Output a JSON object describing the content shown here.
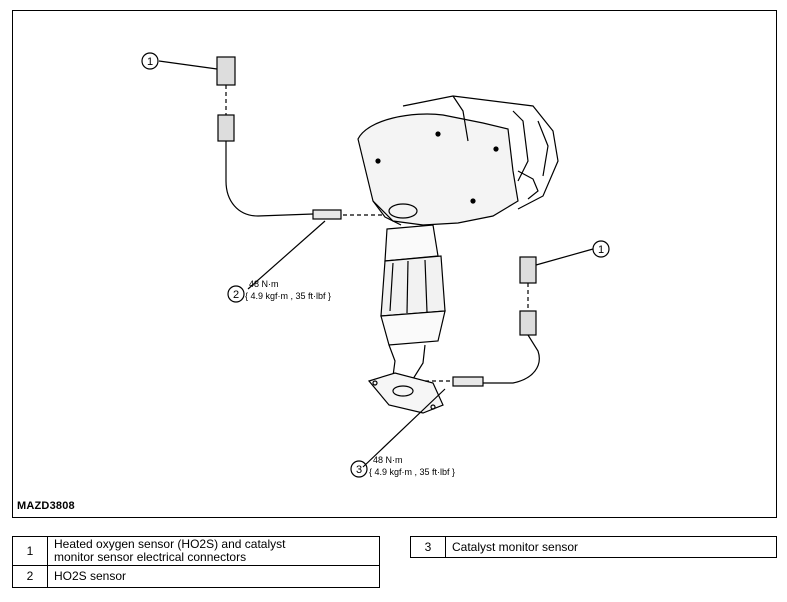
{
  "figure": {
    "id": "MAZD3808",
    "callouts": {
      "c1a": "1",
      "c1b": "1",
      "c2": "2",
      "c3": "3"
    },
    "torque_2": {
      "line1": "48 N·m",
      "line2": "{ 4.9 kgf·m , 35 ft·lbf }"
    },
    "torque_3": {
      "line1": "48 N·m",
      "line2": "{ 4.9 kgf·m , 35 ft·lbf }"
    }
  },
  "legend": {
    "left": [
      {
        "num": "1",
        "desc_line1": "Heated oxygen sensor (HO2S) and catalyst",
        "desc_line2": "monitor sensor electrical connectors"
      },
      {
        "num": "2",
        "desc_line1": "HO2S sensor",
        "desc_line2": ""
      }
    ],
    "right": [
      {
        "num": "3",
        "desc_line1": "Catalyst monitor sensor",
        "desc_line2": ""
      }
    ]
  }
}
